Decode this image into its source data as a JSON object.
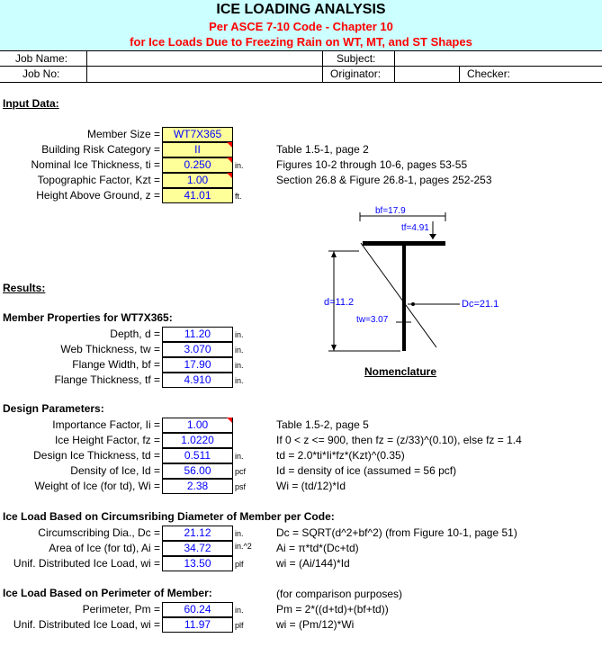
{
  "header": {
    "title": "ICE LOADING ANALYSIS",
    "subtitle": "Per ASCE 7-10 Code - Chapter 10",
    "subtitle2": "for Ice Loads Due to Freezing Rain on WT, MT, and ST Shapes"
  },
  "job": {
    "job_name_label": "Job Name:",
    "subject_label": "Subject:",
    "job_no_label": "Job No:",
    "originator_label": "Originator:",
    "checker_label": "Checker:"
  },
  "input": {
    "heading": "Input Data:",
    "rows": [
      {
        "label": "Member Size =",
        "value": "WT7X365",
        "unit": "",
        "note": ""
      },
      {
        "label": "Building Risk Category =",
        "value": "II",
        "unit": "",
        "note": "Table 1.5-1, page 2"
      },
      {
        "label": "Nominal Ice Thickness, ti =",
        "value": "0.250",
        "unit": "in.",
        "note": "Figures 10-2 through 10-6, pages 53-55"
      },
      {
        "label": "Topographic Factor, Kzt =",
        "value": "1.00",
        "unit": "",
        "note": "Section 26.8 & Figure 26.8-1, pages 252-253"
      },
      {
        "label": "Height Above Ground, z =",
        "value": "41.01",
        "unit": "ft.",
        "note": ""
      }
    ]
  },
  "diagram": {
    "bf": "bf=17.9",
    "tf": "tf=4.91",
    "d": "d=11.2",
    "dc": "Dc=21.12",
    "tw": "tw=3.07",
    "caption": "Nomenclature"
  },
  "results": {
    "heading": "Results:"
  },
  "member": {
    "heading": "Member Properties for WT7X365:",
    "rows": [
      {
        "label": "Depth, d =",
        "value": "11.20",
        "unit": "in."
      },
      {
        "label": "Web Thickness, tw =",
        "value": "3.070",
        "unit": "in."
      },
      {
        "label": "Flange Width, bf =",
        "value": "17.90",
        "unit": "in."
      },
      {
        "label": "Flange Thickness, tf =",
        "value": "4.910",
        "unit": "in."
      }
    ]
  },
  "design": {
    "heading": "Design Parameters:",
    "rows": [
      {
        "label": "Importance Factor, Ii =",
        "value": "1.00",
        "unit": "",
        "note": "Table 1.5-2, page 5"
      },
      {
        "label": "Ice Height Factor, fz =",
        "value": "1.0220",
        "unit": "",
        "note": "If  0 < z <= 900, then fz = (z/33)^(0.10), else fz = 1.4"
      },
      {
        "label": "Design Ice Thickness, td =",
        "value": "0.511",
        "unit": "in.",
        "note": "td = 2.0*ti*Ii*fz*(Kzt)^(0.35)"
      },
      {
        "label": "Density of Ice, Id =",
        "value": "56.00",
        "unit": "pcf",
        "note": "Id = density of ice (assumed = 56 pcf)"
      },
      {
        "label": "Weight of Ice (for td), Wi =",
        "value": "2.38",
        "unit": "psf",
        "note": "Wi = (td/12)*Id"
      }
    ]
  },
  "circ": {
    "heading": "Ice Load Based on Circumsribing Diameter of Member per Code:",
    "rows": [
      {
        "label": "Circumscribing Dia., Dc =",
        "value": "21.12",
        "unit": "in.",
        "note": "Dc = SQRT(d^2+bf^2)  (from Figure 10-1, page 51)"
      },
      {
        "label": "Area of Ice (for td), Ai =",
        "value": "34.72",
        "unit": "in.^2",
        "note": "Ai = π*td*(Dc+td)"
      },
      {
        "label": "Unif. Distributed Ice Load, wi =",
        "value": "13.50",
        "unit": "plf",
        "note": "wi = (Ai/144)*Id"
      }
    ]
  },
  "perim": {
    "heading": "Ice Load Based on Perimeter of Member:",
    "heading_note": "(for comparison purposes)",
    "rows": [
      {
        "label": "Perimeter, Pm =",
        "value": "60.24",
        "unit": "in.",
        "note": "Pm = 2*((d+td)+(bf+td))"
      },
      {
        "label": "Unif. Distributed Ice Load, wi =",
        "value": "11.97",
        "unit": "plf",
        "note": "wi = (Pm/12)*Wi"
      }
    ]
  },
  "colors": {
    "header_bg": "#ccffff",
    "input_bg": "#ffff99",
    "value_text": "#0000ff",
    "title_red": "#ff0000"
  }
}
